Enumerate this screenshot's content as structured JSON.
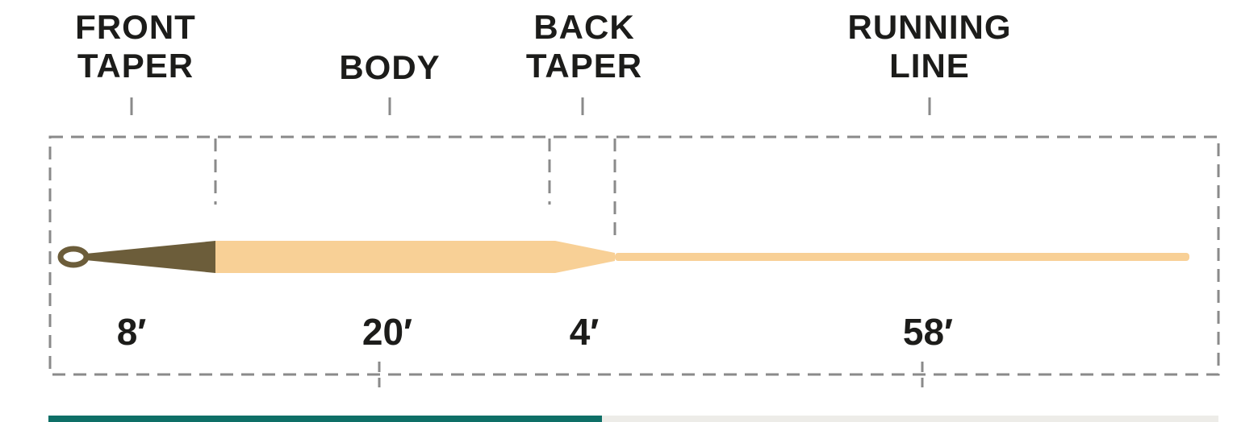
{
  "diagram": {
    "sections": [
      {
        "id": "front-taper",
        "label": "FRONT TAPER",
        "length": "8′"
      },
      {
        "id": "body",
        "label": "BODY",
        "length": "20′"
      },
      {
        "id": "back-taper",
        "label": "BACK TAPER",
        "length": "4′"
      },
      {
        "id": "running-line",
        "label": "RUNNING LINE",
        "length": "58′"
      }
    ]
  },
  "colors": {
    "taper_dark": "#6c5d3a",
    "line_tan": "#f8d096",
    "dash_gray": "#8a8a8a",
    "label_text": "#1c1c1a",
    "accent_teal": "#0e6f67",
    "strip_light": "#edece8"
  }
}
